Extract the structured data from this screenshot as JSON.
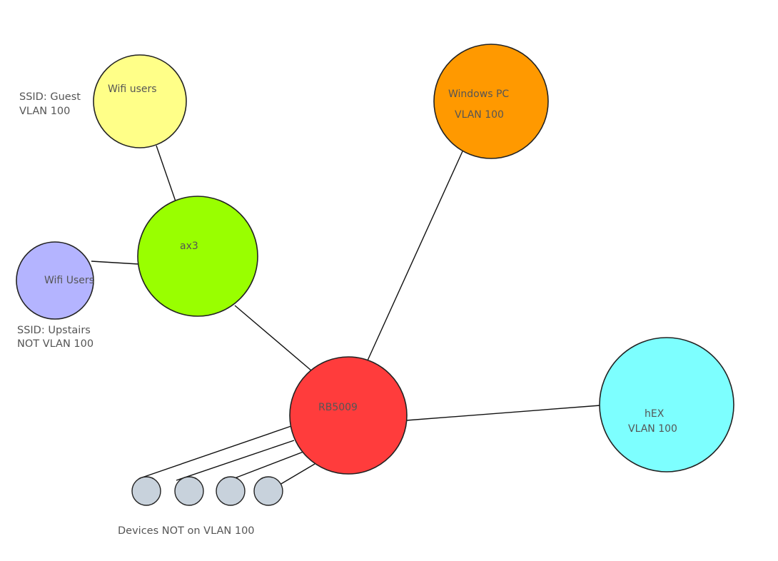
{
  "nodes": {
    "wifi_guest": {
      "label": "Wifi users",
      "color": "#ffff88"
    },
    "windows_pc": {
      "label": "Windows PC",
      "sublabel": "VLAN 100",
      "color": "#ff9900"
    },
    "ax3": {
      "label": "ax3",
      "color": "#99ff00"
    },
    "wifi_upstairs": {
      "label": "Wifi Users",
      "color": "#b4b4ff"
    },
    "rb5009": {
      "label": "RB5009",
      "color": "#ff3c3c"
    },
    "hex": {
      "label": "hEX",
      "sublabel": "VLAN 100",
      "color": "#7dffff"
    },
    "device_color": "#c8d2dc"
  },
  "annotations": {
    "guest_ssid": "SSID: Guest",
    "guest_vlan": "VLAN 100",
    "upstairs_ssid": "SSID: Upstairs",
    "upstairs_vlan": "NOT VLAN 100",
    "upstairs_color": "#1a1aa8",
    "devices_caption": "Devices NOT on VLAN 100"
  }
}
